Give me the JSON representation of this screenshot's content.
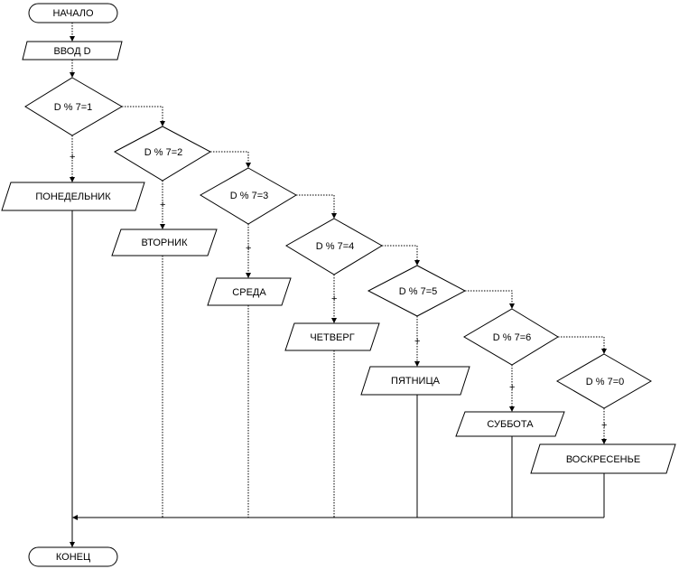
{
  "diagram": {
    "start": "НАЧАЛО",
    "input": "ВВОД D",
    "end": "КОНЕЦ",
    "plus": "+",
    "conditions": [
      "D % 7=1",
      "D % 7=2",
      "D % 7=3",
      "D % 7=4",
      "D % 7=5",
      "D % 7=6",
      "D % 7=0"
    ],
    "days": [
      "ПОНЕДЕЛЬНИК",
      "ВТОРНИК",
      "СРЕДА",
      "ЧЕТВЕРГ",
      "ПЯТНИЦА",
      "СУББОТА",
      "ВОСКРЕСЕНЬЕ"
    ]
  }
}
